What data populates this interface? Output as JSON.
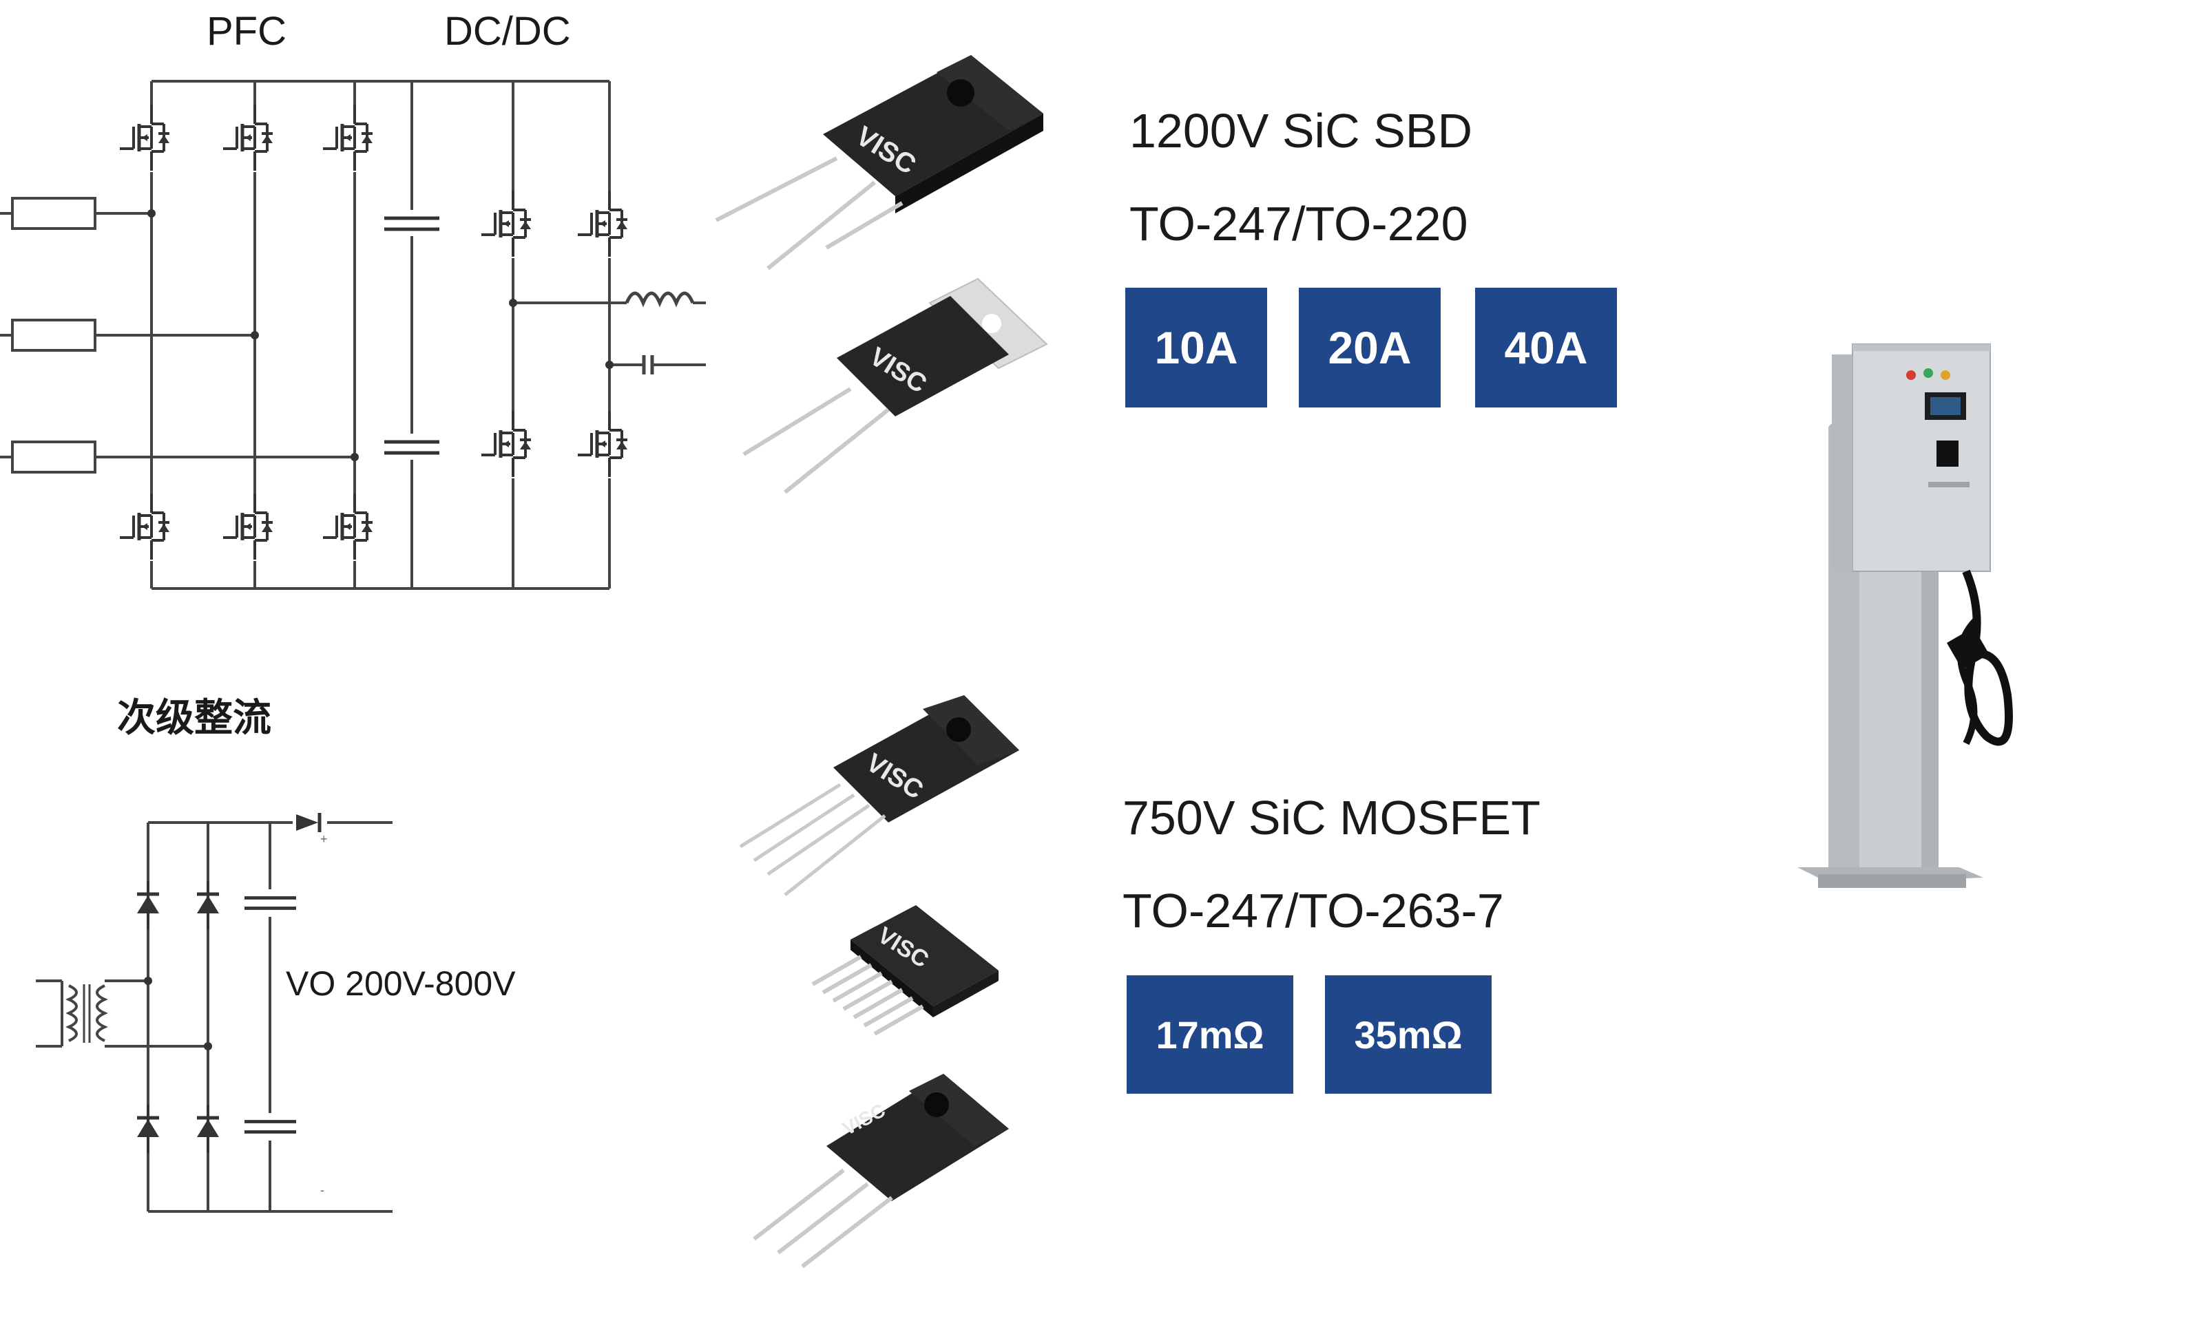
{
  "circuits": {
    "pfc_label": "PFC",
    "dcdc_label": "DC/DC",
    "secondary_label": "次级整流",
    "vo_label": "VO  200V-800V"
  },
  "sbd": {
    "title": "1200V SiC SBD",
    "package": "TO-247/TO-220",
    "currents": [
      "10A",
      "20A",
      "40A"
    ],
    "brand": "VISC"
  },
  "mosfet": {
    "title": "750V SiC MOSFET",
    "package": "TO-247/TO-263-7",
    "resistances": [
      "17mΩ",
      "35mΩ"
    ],
    "brand": "VISC"
  },
  "colors": {
    "badge_bg": "#1f4789",
    "badge_text": "#ffffff",
    "line": "#444444",
    "device_body": "#1c1c1c",
    "charger_body": "#c9ced3"
  }
}
